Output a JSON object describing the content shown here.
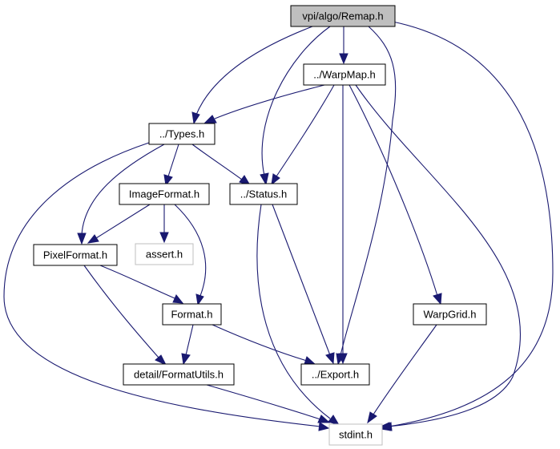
{
  "graph": {
    "nodes": {
      "remap": "vpi/algo/Remap.h",
      "warpmap": "../WarpMap.h",
      "types": "../Types.h",
      "imageformat": "ImageFormat.h",
      "status": "../Status.h",
      "pixelformat": "PixelFormat.h",
      "assert": "assert.h",
      "format": "Format.h",
      "warpgrid": "WarpGrid.h",
      "formatutils": "detail/FormatUtils.h",
      "export": "../Export.h",
      "stdint": "stdint.h"
    },
    "edges": [
      [
        "remap",
        "warpmap"
      ],
      [
        "remap",
        "types"
      ],
      [
        "remap",
        "status"
      ],
      [
        "remap",
        "export"
      ],
      [
        "remap",
        "stdint"
      ],
      [
        "warpmap",
        "types"
      ],
      [
        "warpmap",
        "status"
      ],
      [
        "warpmap",
        "export"
      ],
      [
        "warpmap",
        "warpgrid"
      ],
      [
        "warpmap",
        "stdint"
      ],
      [
        "types",
        "imageformat"
      ],
      [
        "types",
        "status"
      ],
      [
        "types",
        "pixelformat"
      ],
      [
        "types",
        "stdint"
      ],
      [
        "imageformat",
        "pixelformat"
      ],
      [
        "imageformat",
        "assert"
      ],
      [
        "imageformat",
        "format"
      ],
      [
        "status",
        "export"
      ],
      [
        "status",
        "stdint"
      ],
      [
        "pixelformat",
        "format"
      ],
      [
        "pixelformat",
        "formatutils"
      ],
      [
        "format",
        "formatutils"
      ],
      [
        "format",
        "export"
      ],
      [
        "formatutils",
        "stdint"
      ],
      [
        "warpgrid",
        "stdint"
      ]
    ],
    "colors": {
      "edge": "#191970",
      "node_border": "#000000",
      "root_fill": "#bfbfbf",
      "missing_border": "#bfbfbf"
    }
  }
}
